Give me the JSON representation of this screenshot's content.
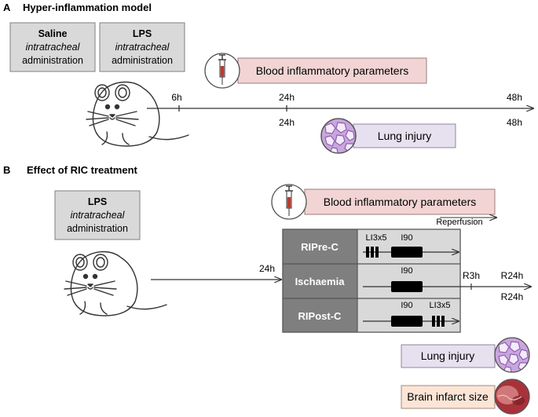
{
  "section_a": {
    "letter": "A",
    "title": "Hyper-inflammation model",
    "saline_box": {
      "line1": "Saline",
      "line2": "intratracheal",
      "line3": "administration"
    },
    "lps_box": {
      "line1": "LPS",
      "line2": "intratracheal",
      "line3": "administration"
    },
    "blood_label": "Blood inflammatory parameters",
    "lung_label": "Lung injury",
    "timeline": {
      "t1": "6h",
      "t2_top": "24h",
      "t2_bottom": "24h",
      "t3_top": "48h",
      "t3_bottom": "48h"
    }
  },
  "section_b": {
    "letter": "B",
    "title": "Effect of RIC treatment",
    "lps_box": {
      "line1": "LPS",
      "line2": "intratracheal",
      "line3": "administration"
    },
    "blood_label": "Blood inflammatory parameters",
    "reperfusion_label": "Reperfusion",
    "time_24h": "24h",
    "groups": [
      {
        "name": "RIPre-C",
        "label_left": "LI3x5",
        "label_right": "I90"
      },
      {
        "name": "Ischaemia",
        "label_left": "",
        "label_right": "I90"
      },
      {
        "name": "RIPost-C",
        "label_left": "I90",
        "label_right": "LI3x5"
      }
    ],
    "r3h": "R3h",
    "r24h_top": "R24h",
    "r24h_bottom": "R24h",
    "lung_label": "Lung injury",
    "brain_label": "Brain infarct size"
  },
  "colors": {
    "grey_box": "#d9d9d9",
    "dark_grey": "#7f7f7f",
    "pink_box": "#f2d4d4",
    "lavender_box": "#e6e0ef",
    "peach_box": "#fbe5d6",
    "lung_tissue": "#c9a6dd",
    "blood_red": "#c0392b",
    "brain_red": "#a8323a"
  },
  "icons": [
    "rat-icon",
    "syringe-icon",
    "lung-tissue-icon",
    "brain-slice-icon"
  ]
}
